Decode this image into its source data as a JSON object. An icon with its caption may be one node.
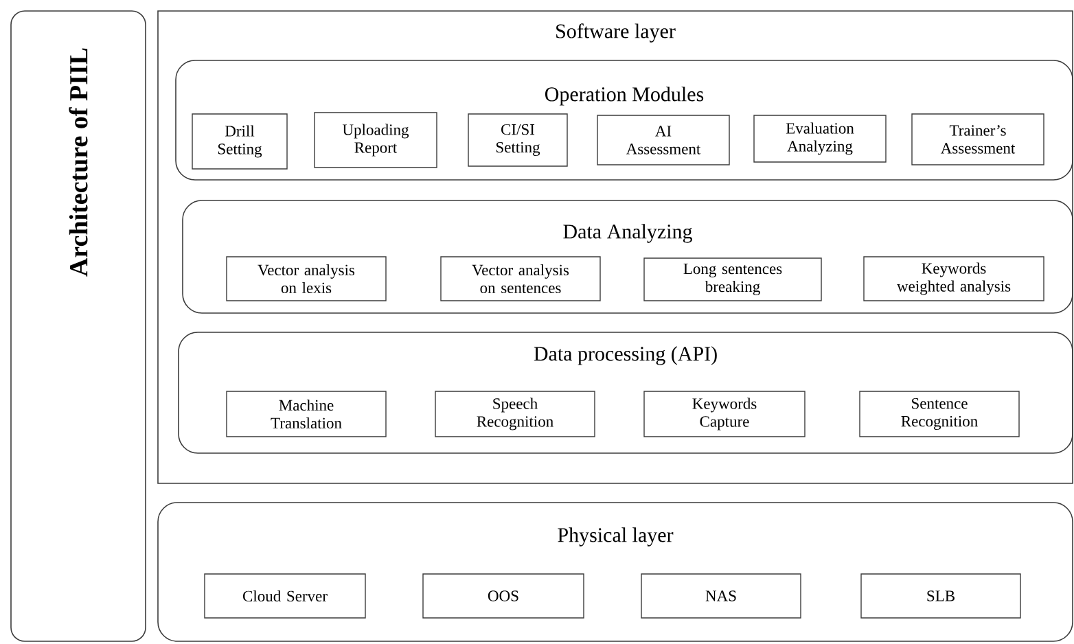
{
  "diagram": {
    "nodes": [
      {
        "text": [
          "Architecture of PIIL"
        ]
      },
      {
        "text": [
          "Software layer"
        ]
      },
      {
        "text": [
          "Operation Modules"
        ],
        "in": 1
      },
      {
        "text": [
          "Drill Setting"
        ],
        "in": 2
      },
      {
        "text": [
          "Uploading Report"
        ],
        "in": 2
      },
      {
        "text": [
          "CI/SI Setting"
        ],
        "in": 2
      },
      {
        "text": [
          "AI Assessment"
        ],
        "in": 2
      },
      {
        "text": [
          "Evaluation Analyzing"
        ],
        "in": 2
      },
      {
        "text": [
          "Trainer’s Assessment"
        ],
        "in": 2
      },
      {
        "text": [
          "Data Analyzing"
        ],
        "in": 1
      },
      {
        "text": [
          "Vector analysis on lexis"
        ],
        "in": 9
      },
      {
        "text": [
          "Vector analysis on sentences"
        ],
        "in": 9
      },
      {
        "text": [
          "Long sentences breaking"
        ],
        "in": 9
      },
      {
        "text": [
          "Keywords weighted analysis"
        ],
        "in": 9
      },
      {
        "text": [
          "Data processing (API)"
        ],
        "in": 1
      },
      {
        "text": [
          "Machine Translation"
        ],
        "in": 14
      },
      {
        "text": [
          "Speech Recognition"
        ],
        "in": 14
      },
      {
        "text": [
          "Keywords Capture"
        ],
        "in": 14
      },
      {
        "text": [
          "Sentence Recognition"
        ],
        "in": 14
      },
      {
        "text": [
          "Physical layer"
        ]
      },
      {
        "text": [
          "Cloud Server"
        ],
        "in": 19
      },
      {
        "text": [
          "OOS"
        ],
        "in": 19
      },
      {
        "text": [
          "NAS"
        ],
        "in": 19
      },
      {
        "text": [
          "SLB"
        ],
        "in": 19
      }
    ]
  }
}
